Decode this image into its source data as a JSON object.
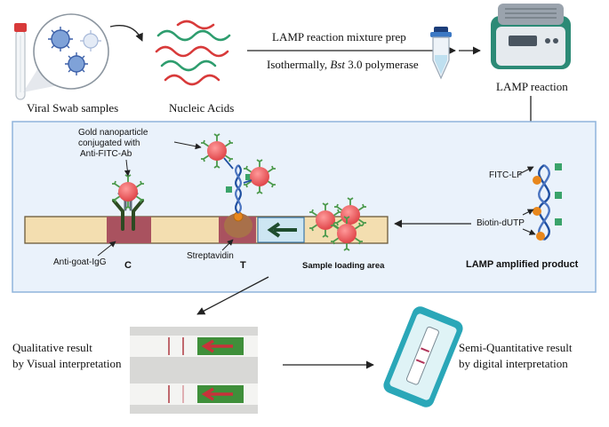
{
  "top": {
    "viral_swab": "Viral Swab samples",
    "nucleic_acids": "Nucleic Acids",
    "lamp_prep": "LAMP reaction mixture prep",
    "isothermal_prefix": "Isothermally, ",
    "isothermal_italic": "Bst",
    "isothermal_suffix": " 3.0 polymerase",
    "lamp_reaction": "LAMP reaction"
  },
  "panel": {
    "gold_np": [
      "Gold nanoparticle",
      "conjugated with",
      "Anti-FITC-Ab"
    ],
    "fitc_lf": "FITC-LF",
    "biotin_dutp": "Biotin-dUTP",
    "anti_goat": "Anti-goat-IgG",
    "c_line": "C",
    "streptavidin": "Streptavidin",
    "t_line": "T",
    "sample_loading": "Sample loading area",
    "lamp_product": "LAMP amplified product"
  },
  "bottom": {
    "qualitative": [
      "Qualitative result",
      "by Visual interpretation"
    ],
    "semi_quant": [
      "Semi-Quantitative result",
      "by digital interpretation"
    ]
  },
  "colors": {
    "panel_bg": "#eaf2fb",
    "panel_border": "#8fb4dc",
    "strip": "#f3deb0",
    "line_band": "#a9525f",
    "gold": "#f06a6a",
    "antibody_spike": "#4c9a4c",
    "dna_blue": "#1f4fa0",
    "dna_orange": "#e8871c",
    "phone": "#2aa7b8"
  }
}
